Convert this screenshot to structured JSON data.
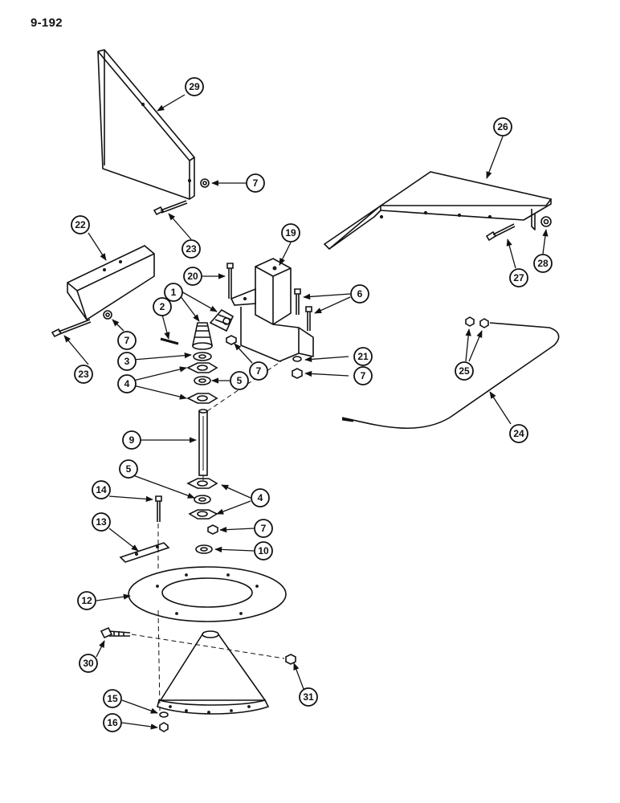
{
  "page": {
    "label": "9-192"
  },
  "callouts": {
    "c1": "1",
    "c2": "2",
    "c3": "3",
    "c4a": "4",
    "c4b": "4",
    "c5a": "5",
    "c5b": "5",
    "c6": "6",
    "c7a": "7",
    "c7b": "7",
    "c7c": "7",
    "c7d": "7",
    "c7e": "7",
    "c9": "9",
    "c10": "10",
    "c12": "12",
    "c13": "13",
    "c14": "14",
    "c15": "15",
    "c16": "16",
    "c19": "19",
    "c20": "20",
    "c21": "21",
    "c22": "22",
    "c23a": "23",
    "c23b": "23",
    "c24": "24",
    "c25": "25",
    "c26": "26",
    "c27": "27",
    "c28": "28",
    "c29": "29",
    "c30": "30",
    "c31": "31"
  }
}
